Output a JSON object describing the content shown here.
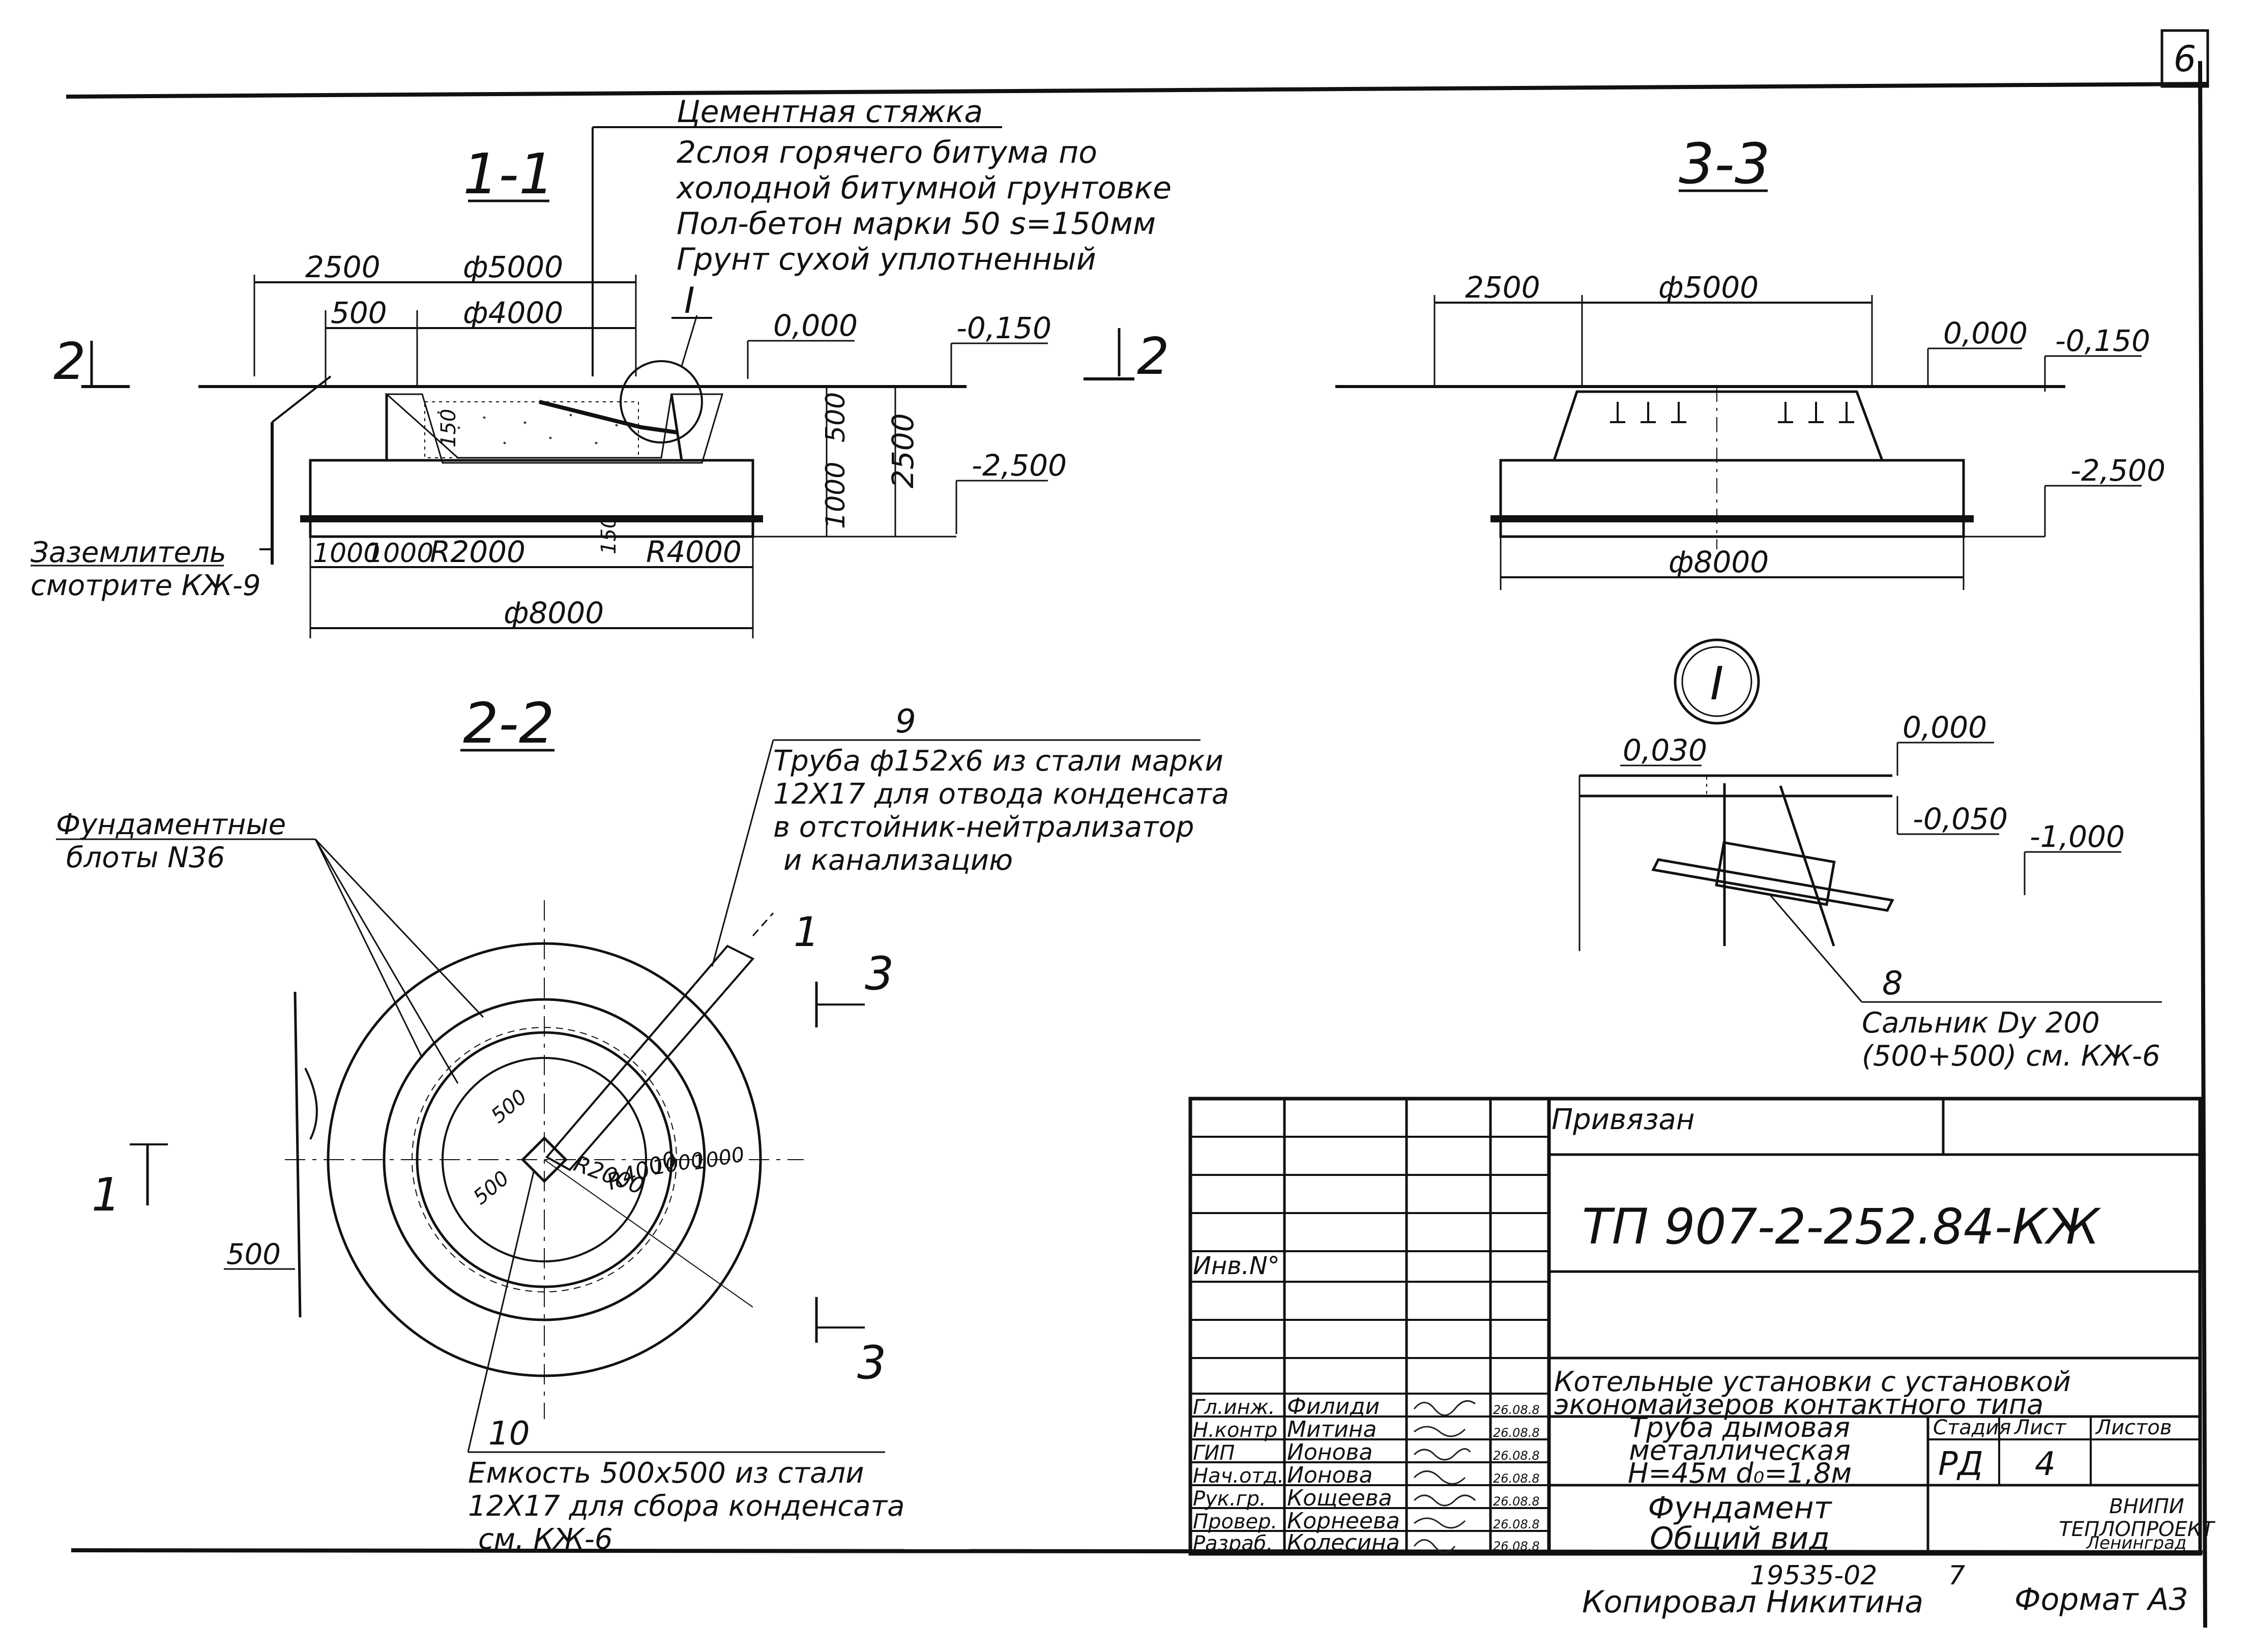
{
  "sheet_number": "6",
  "sections": {
    "s11": {
      "title": "1-1",
      "notes": [
        "Цементная стяжка",
        "2слоя горячего битума по",
        "холодной битумной грунтовке",
        "Пол-бетон марки 50 s=150мм",
        "Грунт сухой уплотненный"
      ],
      "dims": {
        "d2500": "2500",
        "d5000": "ф5000",
        "d500": "500",
        "d4000": "ф4000",
        "d8000": "ф8000",
        "r2000": "R2000",
        "r4000": "R4000",
        "d1000a": "1000",
        "d1000b": "1000",
        "v150": "150",
        "v500": "500",
        "v1000": "1000",
        "v2500": "2500",
        "v150b": "150"
      },
      "levels": [
        "0,000",
        "-0,150",
        "-2,500"
      ],
      "callout": "I",
      "cut_label": "2",
      "earth_note": [
        "Заземлитель",
        "смотрите КЖ-9"
      ]
    },
    "s33": {
      "title": "3-3",
      "dims": {
        "d2500": "2500",
        "d5000": "ф5000",
        "d8000": "ф8000"
      },
      "levels": [
        "0,000",
        "-0,150",
        "-2,500"
      ]
    },
    "s22": {
      "title": "2-2",
      "blocks_note": [
        "Фундаментные",
        "блоты N36"
      ],
      "pipe_num": "9",
      "pipe_note": [
        "Труба ф152х6 из стали марки",
        "12Х17 для отвода конденсата",
        "в отстойник-нейтрализатор",
        "и канализацию"
      ],
      "tank_num": "10",
      "tank_note": [
        "Емкость 500х500 из стали",
        "12Х17 для сбора конденсата",
        "см. КЖ-6"
      ],
      "dims": {
        "d500": "500",
        "d500b": "500",
        "d500c": "500",
        "r2000": "R2000",
        "r4000": "R4000",
        "d1000": "1000",
        "d1000b": "1000"
      },
      "cut1": "1",
      "cut3": "3"
    },
    "detail": {
      "title": "I",
      "levels": [
        "0,030",
        "0,000",
        "-0,050",
        "-1,000"
      ],
      "num": "8",
      "note": [
        "Сальник Dy 200",
        "(500+500) см. КЖ-6"
      ]
    }
  },
  "title_block": {
    "privyazan": "Привязан",
    "code": "ТП 907-2-252.84-КЖ",
    "inv": "Инв.N°",
    "project": [
      "Котельные установки с установкой",
      "экономайзеров контактного типа"
    ],
    "object": [
      "Труба дымовая",
      "металлическая",
      "H=45м d₀=1,8м"
    ],
    "sheet_title": [
      "Фундамент",
      "Общий вид"
    ],
    "stage_header": "Стадия",
    "sheet_header": "Лист",
    "sheets_header": "Листов",
    "stage": "РД",
    "sheet": "4",
    "org": [
      "ВНИПИ",
      "ТЕПЛОПРОЕКТ",
      "Ленинград"
    ],
    "roles": [
      {
        "role": "Гл.инж.",
        "name": "Филиди",
        "date": "26.08.8"
      },
      {
        "role": "Н.контр",
        "name": "Митина",
        "date": "26.08.8"
      },
      {
        "role": "ГИП",
        "name": "Ионова",
        "date": "26.08.8"
      },
      {
        "role": "Нач.отд.",
        "name": "Ионова",
        "date": "26.08.8"
      },
      {
        "role": "Рук.гр.",
        "name": "Кощеева",
        "date": "26.08.8"
      },
      {
        "role": "Провер.",
        "name": "Корнеева",
        "date": "26.08.8"
      },
      {
        "role": "Разраб.",
        "name": "Колесина",
        "date": "26.08.8"
      }
    ]
  },
  "footer": {
    "archive_no": "19535-02",
    "page": "7",
    "copied": "Копировал Никитина",
    "format": "Формат А3"
  }
}
